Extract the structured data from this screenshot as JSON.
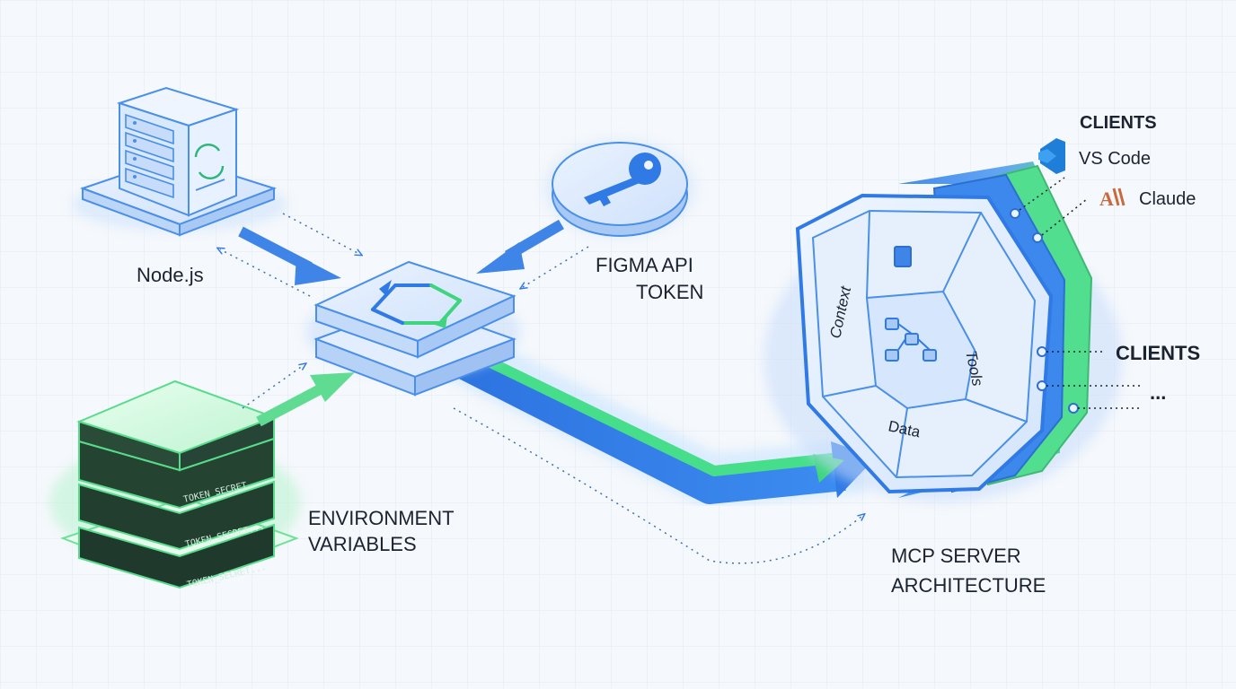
{
  "labels": {
    "nodejs": "Node.js",
    "figma_line1": "FIGMA API",
    "figma_line2": "TOKEN",
    "env_line1": "ENVIRONMENT",
    "env_line2": "VARIABLES",
    "mcp_line1": "MCP SERVER",
    "mcp_line2": "ARCHITECTURE",
    "clients_top": "CLIENTS",
    "clients_right": "CLIENTS",
    "ellipsis": "...",
    "context": "Context",
    "tools": "Tools",
    "data": "Data"
  },
  "clients": [
    {
      "name": "VS Code",
      "icon": "vscode-icon",
      "color": "#1f7fd8"
    },
    {
      "name": "Claude",
      "icon": "claude-icon",
      "color": "#c86a3c"
    }
  ],
  "env_tokens": [
    "TOKEN_SECRET...",
    "TOKEN_SECRET...",
    "TOKEN_SECRET..."
  ],
  "colors": {
    "blue": "#2f7ae5",
    "blue_light": "#dbe9fb",
    "green": "#3fd57f",
    "green_dark": "#1c3b2e",
    "text": "#1b2330"
  }
}
